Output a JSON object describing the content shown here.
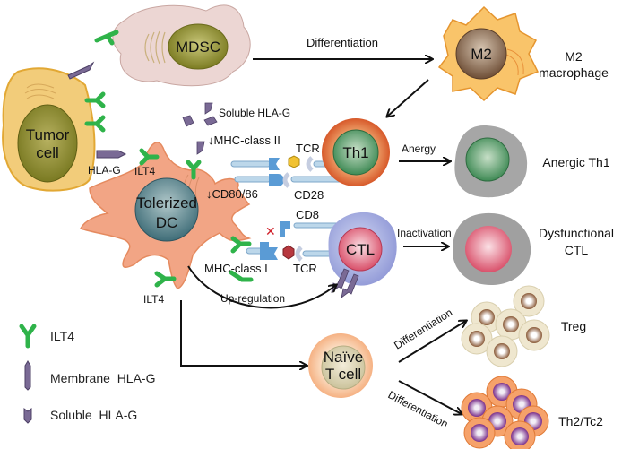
{
  "cells": {
    "mdsc": "MDSC",
    "m2": "M2",
    "tumor": [
      "Tumor",
      "cell"
    ],
    "tolerized_dc": [
      "Tolerized",
      "DC"
    ],
    "th1": "Th1",
    "ctl": "CTL",
    "naive_t": [
      "Naïve",
      "T cell"
    ]
  },
  "outcomes": {
    "m2_macrophage": [
      "M2",
      "macrophage"
    ],
    "anergic_th1": "Anergic Th1",
    "dysfunctional_ctl": [
      "Dysfunctional",
      "CTL"
    ],
    "treg": "Treg",
    "th2_tc2": "Th2/Tc2"
  },
  "arrows": {
    "mdsc_to_m2": "Differentiation",
    "th1_anergy": "Anergy",
    "ctl_inactivation": "Inactivation",
    "upregulation": "Up-regulation",
    "naive_to_treg": "Differentiation",
    "naive_to_th2": "Differentiation"
  },
  "molecules": {
    "soluble_hlag": "Soluble HLA-G",
    "mhc_class_ii": "↓MHC-class II",
    "cd80_86": "↓CD80/86",
    "tcr_top": "TCR",
    "cd28": "CD28",
    "cd8": "CD8",
    "mhc_class_i": "MHC-class I",
    "tcr_bottom": "TCR",
    "hlag": "HLA-G",
    "ilt4_top": "ILT4",
    "ilt4_bottom": "ILT4"
  },
  "legend": [
    {
      "icon": "ilt4-receptor-icon",
      "label": "ILT4"
    },
    {
      "icon": "membrane-hlag-icon",
      "label": "Membrane  HLA-G"
    },
    {
      "icon": "soluble-hlag-icon",
      "label": "Soluble  HLA-G"
    }
  ],
  "colors": {
    "ilt4": "#2fb34a",
    "hlag": "#7a6a95",
    "tumor": "#e9c56e",
    "dc": "#f0a07f",
    "th1": "#e07a3c",
    "ctl": "#a9b3e6",
    "anergic": "#a0a0a0",
    "treg": "#efe7cf",
    "th2": "#f6a26a"
  }
}
